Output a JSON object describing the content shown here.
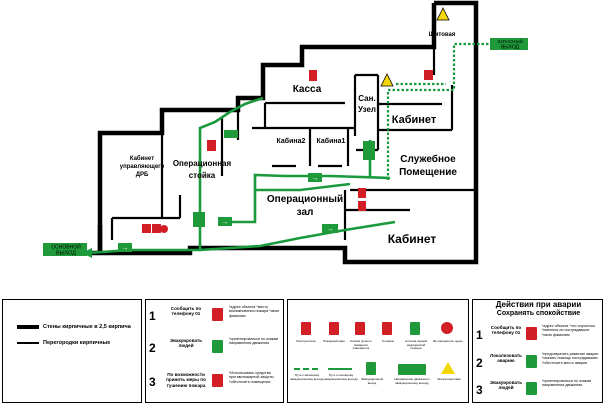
{
  "rooms": {
    "kabinet_drb_line1": "Кабинет",
    "kabinet_drb_line2": "управляющего",
    "kabinet_drb_line3": "ДРБ",
    "operstoyka_line1": "Операционная",
    "operstoyka_line2": "стойка",
    "kassa": "Касса",
    "kabina2": "Кабина2",
    "kabina1": "Кабина1",
    "san_uzel_line1": "Сан.",
    "san_uzel_line2": "Узел",
    "shchitovaya": "Щитовая",
    "kabinet_top": "Кабинет",
    "sluzhebnoe_line1": "Служебное",
    "sluzhebnoe_line2": "Помещение",
    "operzal_line1": "Операционный",
    "operzal_line2": "зал",
    "kabinet_bottom": "Кабинет"
  },
  "exits": {
    "main_line1": "ОСНОВНОЙ",
    "main_line2": "ВЫХОД",
    "spare_line1": "ЗАПАСНЫЙ",
    "spare_line2": "ВЫХОД"
  },
  "legend": {
    "walls_brick": "Стены кирпичные в 2,5 кирпича",
    "partitions_brick": "Перегородки кирпичные"
  },
  "measures": [
    {
      "num": "1",
      "text": "Сообщить по телефону 01",
      "note": "*адрес объекта *место возникновения пожара *свою фамилию"
    },
    {
      "num": "2",
      "text": "Эвакуировать людей",
      "note": "*ориентироваться по знакам направления движения"
    },
    {
      "num": "3",
      "text": "По возможности принять меры по тушению пожара",
      "note": "*Использовать средства противопожарной защиты *обесточить помещение"
    }
  ],
  "icons": [
    {
      "caption": "Огнетушитель"
    },
    {
      "caption": "Пожарный кран"
    },
    {
      "caption": "Кнопка ручного пожарного извещателя"
    },
    {
      "caption": "Телефон"
    },
    {
      "caption": "Аптечка первой медицинской помощи"
    },
    {
      "caption": "Вы находитесь здесь"
    },
    {
      "caption": "Путь к запасному эвакуационному выходу"
    },
    {
      "caption": "Путь к основному эвакуационному выходу"
    },
    {
      "caption": "Эвакуационный выход"
    },
    {
      "caption": "Направление движения к эвакуационному выходу"
    },
    {
      "caption": "Электрощитовая"
    }
  ],
  "actions": {
    "title": "Действия при аварии",
    "subtitle": "Сохранять спокойствие",
    "steps": [
      {
        "num": "1",
        "text": "Сообщить по телефону 01",
        "note": "*адрес объекта *что случилось *имеются ли пострадавшие *свою фамилию"
      },
      {
        "num": "2",
        "text": "Локализовать аварию",
        "note": "*предотвратить развитие аварии *оказать помощь пострадавшим *обесточить место аварии"
      },
      {
        "num": "3",
        "text": "Эвакуировать людей",
        "note": "*ориентироваться по знакам направления движения"
      }
    ]
  },
  "colors": {
    "path_green": "#1a9a3c",
    "sign_green": "#1f9a3a",
    "fire_red": "#d21f26",
    "warn_yellow": "#f5d60a"
  }
}
